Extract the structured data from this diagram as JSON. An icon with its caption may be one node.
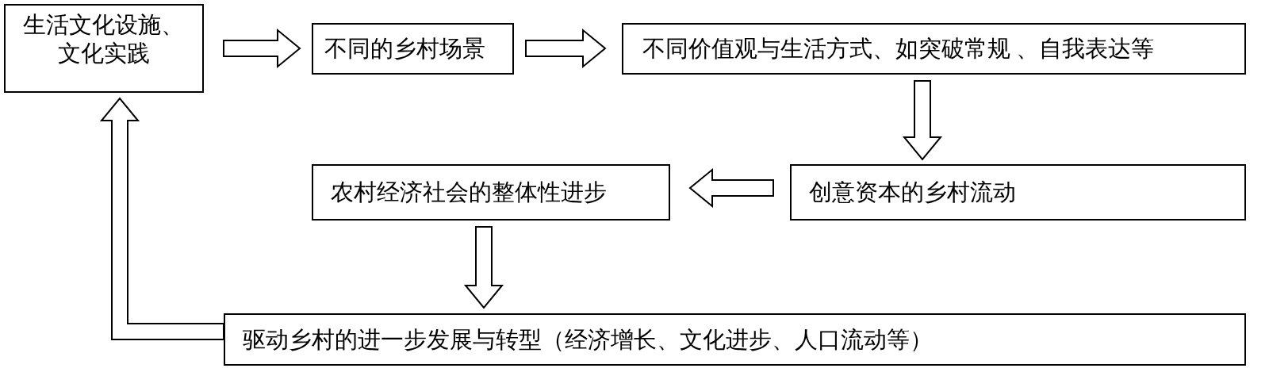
{
  "diagram": {
    "nodes": [
      {
        "text": [
          "生活文化设施、文化实践"
        ]
      },
      {
        "text": [
          "不同的乡村场景"
        ]
      },
      {
        "text": [
          "不同价值观与生活方式、如突破常规 、自我表达等"
        ]
      },
      {
        "text": [
          "农村经济社会的整体性进步"
        ]
      },
      {
        "text": [
          "创意资本的乡村流动"
        ]
      },
      {
        "text": [
          "驱动乡村的进一步发展与转型（经济增长、文化进步、人口流动等）"
        ]
      }
    ],
    "edges": [
      {
        "from": 0,
        "to": 1,
        "arrow": "to"
      },
      {
        "from": 1,
        "to": 2,
        "arrow": "to"
      },
      {
        "from": 2,
        "to": 4,
        "arrow": "to"
      },
      {
        "from": 4,
        "to": 3,
        "arrow": "to"
      },
      {
        "from": 3,
        "to": 5,
        "arrow": "to"
      },
      {
        "from": 5,
        "to": 0,
        "arrow": "to"
      }
    ]
  }
}
